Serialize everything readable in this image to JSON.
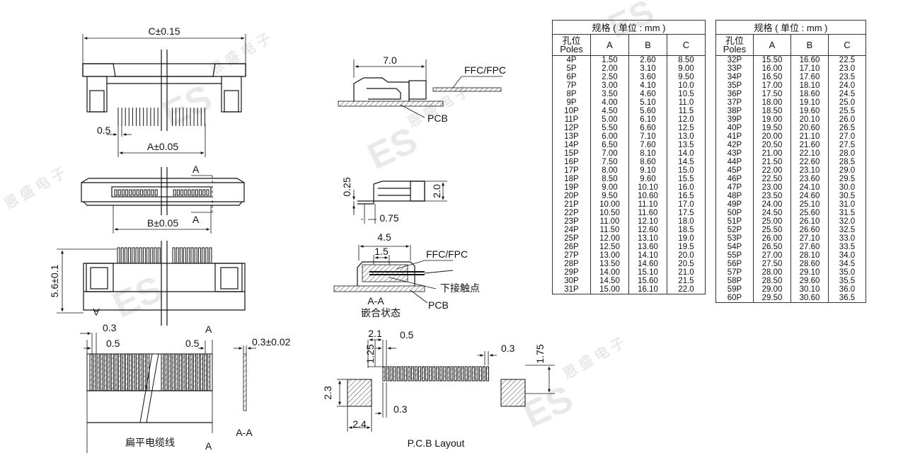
{
  "labels": {
    "c_dim": "C±0.15",
    "pitch_05_top": "0.5",
    "a_dim": "A±0.05",
    "b_dim": "B±0.05",
    "section_a_top": "A",
    "section_a_bottom": "A",
    "height_dim": "5.6±0.1",
    "flipped_a": "A",
    "length_70": "7.0",
    "ffc_fpc_1": "FFC/FPC",
    "pcb_1": "PCB",
    "dim_025": "0.25",
    "dim_20": "2.0",
    "dim_075": "0.75",
    "dim_45": "4.5",
    "dim_15": "1.5",
    "ffc_fpc_2": "FFC/FPC",
    "lower_contact": "下接触点",
    "pcb_2": "PCB",
    "aa_label": "A-A",
    "assembled_state": "嵌合状态",
    "cable_03": "0.3",
    "cable_05_left": "0.5",
    "cable_05_right": "0.5",
    "cable_a_top": "A",
    "cable_a_bottom": "A",
    "cable_thick": "0.3±0.02",
    "cable_aa": "A-A",
    "flat_cable": "扁平电缆线",
    "pcb_21": "2.1",
    "pcb_05": "0.5",
    "pcb_125": "1.25",
    "pcb_03_top": "0.3",
    "pcb_175": "1.75",
    "pcb_23": "2.3",
    "pcb_03_bottom": "0.3",
    "pcb_24": "2.4",
    "pcb_layout": "P.C.B Layout"
  },
  "watermark": {
    "logo": "ES",
    "company": "恩 盛 电 子"
  },
  "tables": [
    {
      "spec_header": "规格 ( 单位 : mm )",
      "pole_header_cn": "孔位",
      "pole_header_en": "Poles",
      "col_a": "A",
      "col_b": "B",
      "col_c": "C",
      "rows": [
        [
          "4P",
          "1.50",
          "2.60",
          "8.50"
        ],
        [
          "5P",
          "2.00",
          "3.10",
          "9.00"
        ],
        [
          "6P",
          "2.50",
          "3.60",
          "9.50"
        ],
        [
          "7P",
          "3.00",
          "4.10",
          "10.0"
        ],
        [
          "8P",
          "3.50",
          "4.60",
          "10.5"
        ],
        [
          "9P",
          "4.00",
          "5.10",
          "11.0"
        ],
        [
          "10P",
          "4.50",
          "5.60",
          "11.5"
        ],
        [
          "11P",
          "5.00",
          "6.10",
          "12.0"
        ],
        [
          "12P",
          "5.50",
          "6.60",
          "12.5"
        ],
        [
          "13P",
          "6.00",
          "7.10",
          "13.0"
        ],
        [
          "14P",
          "6.50",
          "7.60",
          "13.5"
        ],
        [
          "15P",
          "7.00",
          "8.10",
          "14.0"
        ],
        [
          "16P",
          "7.50",
          "8.60",
          "14.5"
        ],
        [
          "17P",
          "8.00",
          "9.10",
          "15.0"
        ],
        [
          "18P",
          "8.50",
          "9.60",
          "15.5"
        ],
        [
          "19P",
          "9.00",
          "10.10",
          "16.0"
        ],
        [
          "20P",
          "9.50",
          "10.60",
          "16.5"
        ],
        [
          "21P",
          "10.00",
          "11.10",
          "17.0"
        ],
        [
          "22P",
          "10.50",
          "11.60",
          "17.5"
        ],
        [
          "23P",
          "11.00",
          "12.10",
          "18.0"
        ],
        [
          "24P",
          "11.50",
          "12.60",
          "18.5"
        ],
        [
          "25P",
          "12.00",
          "13.10",
          "19.0"
        ],
        [
          "26P",
          "12.50",
          "13.60",
          "19.5"
        ],
        [
          "27P",
          "13.00",
          "14.10",
          "20.0"
        ],
        [
          "28P",
          "13.50",
          "14.60",
          "20.5"
        ],
        [
          "29P",
          "14.00",
          "15.10",
          "21.0"
        ],
        [
          "30P",
          "14.50",
          "15.60",
          "21.5"
        ],
        [
          "31P",
          "15.00",
          "16.10",
          "22.0"
        ]
      ]
    },
    {
      "spec_header": "规格 ( 单位 : mm )",
      "pole_header_cn": "孔位",
      "pole_header_en": "Poles",
      "col_a": "A",
      "col_b": "B",
      "col_c": "C",
      "rows": [
        [
          "32P",
          "15.50",
          "16.60",
          "22.5"
        ],
        [
          "33P",
          "16.00",
          "17.10",
          "23.0"
        ],
        [
          "34P",
          "16.50",
          "17.60",
          "23.5"
        ],
        [
          "35P",
          "17.00",
          "18.10",
          "24.0"
        ],
        [
          "36P",
          "17.50",
          "18.60",
          "24.5"
        ],
        [
          "37P",
          "18.00",
          "19.10",
          "25.0"
        ],
        [
          "38P",
          "18.50",
          "19.60",
          "25.5"
        ],
        [
          "39P",
          "19.00",
          "20.10",
          "26.0"
        ],
        [
          "40P",
          "19.50",
          "20.60",
          "26.5"
        ],
        [
          "41P",
          "20.00",
          "21.10",
          "27.0"
        ],
        [
          "42P",
          "20.50",
          "21.60",
          "27.5"
        ],
        [
          "43P",
          "21.00",
          "22.10",
          "28.0"
        ],
        [
          "44P",
          "21.50",
          "22.60",
          "28.5"
        ],
        [
          "45P",
          "22.00",
          "23.10",
          "29.0"
        ],
        [
          "46P",
          "22.50",
          "23.60",
          "29.5"
        ],
        [
          "47P",
          "23.00",
          "24.10",
          "30.0"
        ],
        [
          "48P",
          "23.50",
          "24.60",
          "30.5"
        ],
        [
          "49P",
          "24.00",
          "25.10",
          "31.0"
        ],
        [
          "50P",
          "24.50",
          "25.60",
          "31.5"
        ],
        [
          "51P",
          "25.00",
          "26.10",
          "32.0"
        ],
        [
          "52P",
          "25.50",
          "26.60",
          "32.5"
        ],
        [
          "53P",
          "26.00",
          "27.10",
          "33.0"
        ],
        [
          "54P",
          "26.50",
          "27.60",
          "33.5"
        ],
        [
          "55P",
          "27.00",
          "28.10",
          "34.0"
        ],
        [
          "56P",
          "27.50",
          "28.60",
          "34.5"
        ],
        [
          "57P",
          "28.00",
          "29.10",
          "35.0"
        ],
        [
          "58P",
          "28.50",
          "29.60",
          "35.5"
        ],
        [
          "59P",
          "29.00",
          "30.10",
          "36.0"
        ],
        [
          "60P",
          "29.50",
          "30.60",
          "36.5"
        ]
      ]
    }
  ]
}
